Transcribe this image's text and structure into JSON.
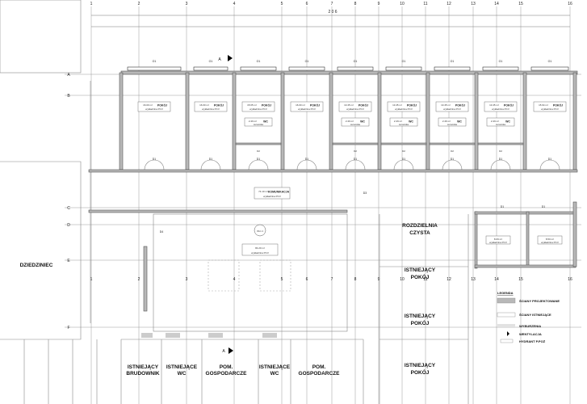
{
  "axes": {
    "columns": [
      "1",
      "2",
      "3",
      "4",
      "5",
      "6",
      "7",
      "8",
      "9",
      "10",
      "11",
      "12",
      "13",
      "14",
      "15",
      "16"
    ],
    "rows": [
      "A",
      "B",
      "C",
      "D",
      "E",
      "F"
    ]
  },
  "top_dimension": "2 0 6",
  "section_marker": "A",
  "rooms_top": [
    {
      "name": "POKÓJ",
      "area": "16.00 m²",
      "floor": "wykładzina PCV",
      "door": "D1"
    },
    {
      "name": "POKÓJ",
      "area": "16.00 m²",
      "floor": "wykładzina PCV",
      "door": "D1"
    },
    {
      "name": "POKÓJ",
      "area": "15.65 m²",
      "floor": "wykładzina PCV",
      "door": "D1",
      "wc": {
        "name": "WC",
        "area": "2.49 m²",
        "floor": "ceramika",
        "door": "D2"
      }
    },
    {
      "name": "POKÓJ",
      "area": "16.00 m²",
      "floor": "wykładzina PCV",
      "door": "D1"
    },
    {
      "name": "POKÓJ",
      "area": "13.45 m²",
      "floor": "wykładzina PCV",
      "door": "D1",
      "wc": {
        "name": "WC",
        "area": "2.49 m²",
        "floor": "ceramika",
        "door": "D2"
      }
    },
    {
      "name": "POKÓJ",
      "area": "13.45 m²",
      "floor": "wykładzina PCV",
      "door": "D1",
      "wc": {
        "name": "WC",
        "area": "2.49 m²",
        "floor": "ceramika",
        "door": "D2"
      }
    },
    {
      "name": "POKÓJ",
      "area": "13.45 m²",
      "floor": "wykładzina PCV",
      "door": "D1",
      "wc": {
        "name": "WC",
        "area": "2.49 m²",
        "floor": "ceramika",
        "door": "D2"
      }
    },
    {
      "name": "POKÓJ",
      "area": "13.45 m²",
      "floor": "wykładzina PCV",
      "door": "D1",
      "wc": {
        "name": "WC",
        "area": "2.49 m²",
        "floor": "ceramika",
        "door": "D2"
      }
    },
    {
      "name": "POKÓJ",
      "area": "15.94 m²",
      "floor": "wykładzina PCV",
      "door": "D1"
    }
  ],
  "corridor": {
    "name": "KOMUNIKACJA",
    "area": "74.10 m²",
    "floor": "wykładzina PCV",
    "door": "D3"
  },
  "hall": {
    "area": "84.20 m²",
    "floor": "wykładzina PCV",
    "label": "Okn 1",
    "door": "D4"
  },
  "right_rooms": [
    {
      "area": "8.09 m²",
      "floor": "wykładzina PCV",
      "door": "D1"
    },
    {
      "area": "8.50 m²",
      "floor": "wykładzina PCV",
      "door": "D1"
    }
  ],
  "labels": {
    "courtyard": "DZIEDZINIEC",
    "clean_distribution": [
      "ROZDZIELNIA",
      "CZYSTA"
    ],
    "existing_room": [
      "ISTNIEJĄCY",
      "POKÓJ"
    ],
    "bottom": [
      [
        "ISTNIEJĄCY",
        "BRUDOWNIK"
      ],
      [
        "ISTNIEJĄCE",
        "WC"
      ],
      [
        "POM.",
        "GOSPODARCZE"
      ],
      [
        "ISTNIEJĄCE",
        "WC"
      ],
      [
        "POM.",
        "GOSPODARCZE"
      ]
    ]
  },
  "legend": {
    "title": "LEGENDA",
    "items": [
      "ŚCIANY PROJEKTOWANE",
      "ŚCIANY ISTNIEJĄCE",
      "WYBURZENIA",
      "WENTYLACJA",
      "HYDRANT P.POŻ"
    ]
  },
  "colors": {
    "new_wall": "#b8b8b8",
    "demolition": "#e2e2e2"
  }
}
